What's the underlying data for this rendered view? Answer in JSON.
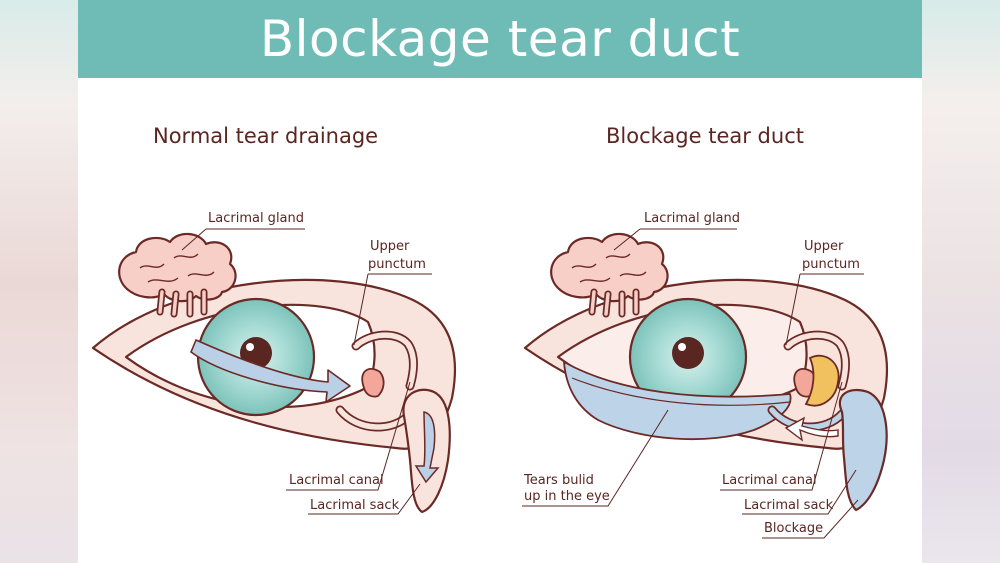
{
  "header": {
    "title": "Blockage tear duct"
  },
  "normal": {
    "title": "Normal tear drainage",
    "labels": {
      "lacrimal_gland": "Lacrimal gland",
      "upper_punctum_1": "Upper",
      "upper_punctum_2": "punctum",
      "lacrimal_canal": "Lacrimal canal",
      "lacrimal_sack": "Lacrimal sack"
    }
  },
  "blockage": {
    "title": "Blockage tear duct",
    "labels": {
      "lacrimal_gland": "Lacrimal gland",
      "upper_punctum_1": "Upper",
      "upper_punctum_2": "punctum",
      "tears_1": "Tears bulid",
      "tears_2": "up in the eye",
      "lacrimal_canal": "Lacrimal canal",
      "lacrimal_sack": "Lacrimal sack",
      "blockage": "Blockage"
    }
  },
  "colors": {
    "banner": "#6fbcb6",
    "skin": "#f8e4dc",
    "gland": "#f7cfc6",
    "iris": "#8fcfc8",
    "duct": "#b9d0e6",
    "outline": "#6b2a26",
    "text": "#5a2622",
    "blockage": "#f2c15f"
  }
}
